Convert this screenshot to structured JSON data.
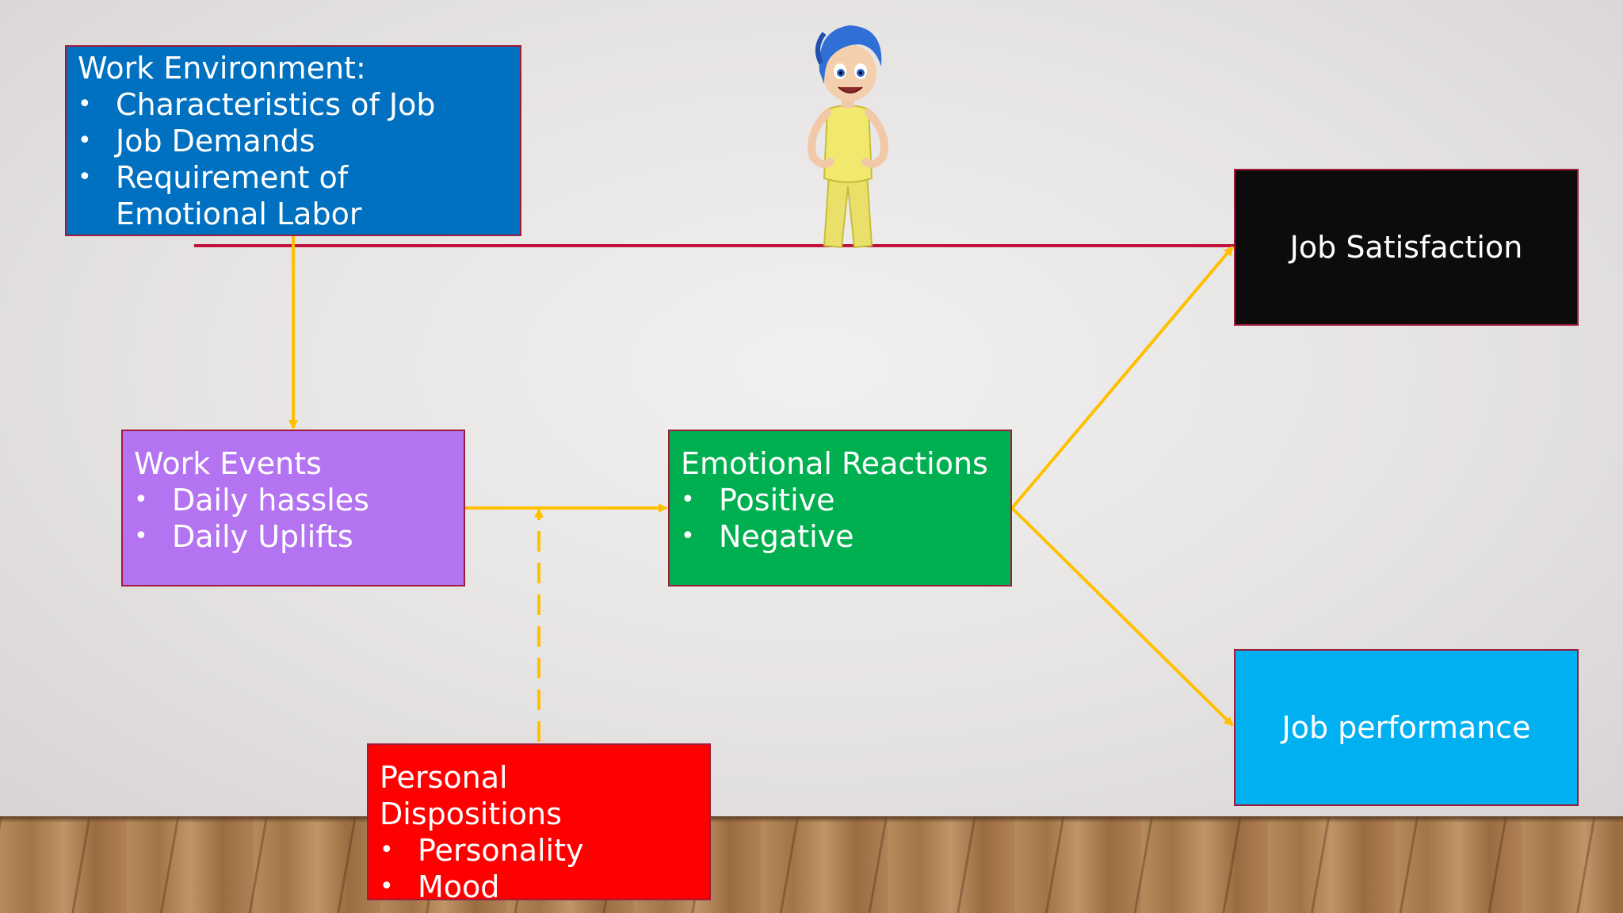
{
  "colors": {
    "arrow": "#ffc000",
    "connector_line": "#c0143c",
    "box_border": "#9e1b3a",
    "work_environment": "#0070c0",
    "work_events": "#b473f0",
    "emotional_reactions": "#00b050",
    "personal_dispositions": "#ff0000",
    "job_satisfaction": "#0c0c0c",
    "job_performance": "#00b0f0"
  },
  "boxes": {
    "work_environment": {
      "title": "Work Environment:",
      "items": [
        "Characteristics of Job",
        "Job Demands",
        "Requirement of Emotional Labor"
      ]
    },
    "work_events": {
      "title": "Work Events",
      "items": [
        "Daily hassles",
        "Daily Uplifts"
      ]
    },
    "emotional_reactions": {
      "title": "Emotional Reactions",
      "items": [
        "Positive",
        "Negative"
      ]
    },
    "personal_dispositions": {
      "title": "Personal Dispositions",
      "items": [
        "Personality",
        "Mood"
      ]
    },
    "job_satisfaction": {
      "title": "Job Satisfaction"
    },
    "job_performance": {
      "title": "Job performance"
    }
  },
  "illustration": {
    "character_icon": "joy-cartoon-figure-icon"
  }
}
